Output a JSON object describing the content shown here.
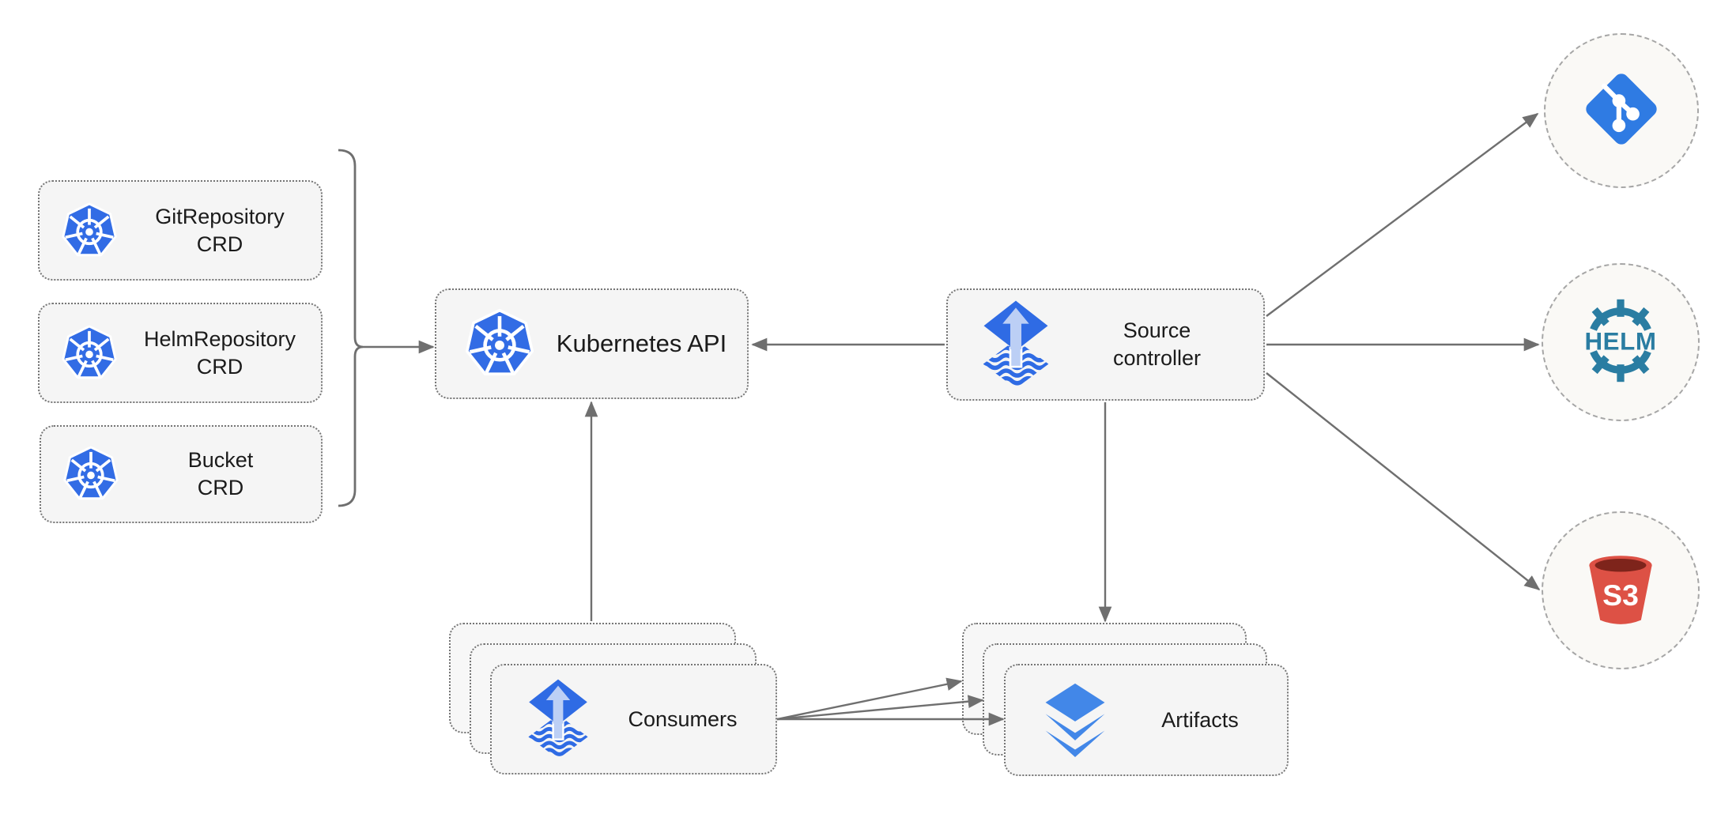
{
  "diagram": {
    "crd_boxes": [
      {
        "line1": "GitRepository",
        "line2": "CRD"
      },
      {
        "line1": "HelmRepository",
        "line2": "CRD"
      },
      {
        "line1": "Bucket",
        "line2": "CRD"
      }
    ],
    "kubernetes_api": {
      "label": "Kubernetes API"
    },
    "source_controller": {
      "line1": "Source",
      "line2": "controller"
    },
    "consumers": {
      "label": "Consumers"
    },
    "artifacts": {
      "label": "Artifacts"
    },
    "endpoints": {
      "helm_logo_text": "HELM",
      "s3_logo_text": "S3"
    },
    "colors": {
      "kubernetes_blue": "#326CE5",
      "flux_blue": "#2F6BE4",
      "flux_arrow_light": "#BCCFF5",
      "git_blue": "#2F7BE3",
      "helm_teal": "#2A7DA2",
      "s3_red": "#DD5145",
      "s3_rim_dark": "#7E241B",
      "layers_blue": "#4287E8",
      "connector_gray": "#6F6F6F",
      "node_fill": "#F5F5F5",
      "node_border_dotted": "#757575",
      "endpoint_fill": "#FAF9F6",
      "endpoint_border_dashed": "#A6A6A6",
      "text": "#1B1B1B",
      "background": "#FFFFFF"
    }
  }
}
